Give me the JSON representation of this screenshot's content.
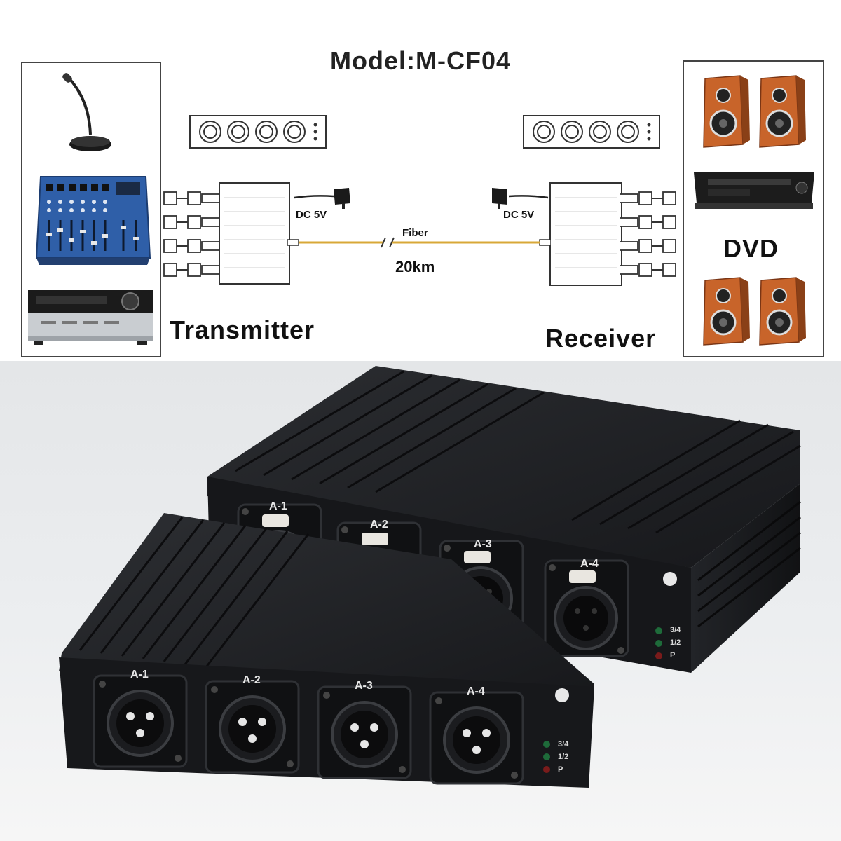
{
  "diagram": {
    "model_title": "Model:M-CF04",
    "transmitter_label": "Transmitter",
    "receiver_label": "Receiver",
    "dvd_label": "DVD",
    "power_tx": "DC 5V",
    "power_rx": "DC 5V",
    "fiber_label": "Fiber",
    "distance_label": "20km"
  },
  "product": {
    "receiver_jacks": [
      "A-1",
      "A-2",
      "A-3",
      "A-4"
    ],
    "transmitter_jacks": [
      "A-1",
      "A-2",
      "A-3",
      "A-4"
    ],
    "receiver_leds": [
      "3/4",
      "1/2",
      "P"
    ],
    "transmitter_leds": [
      "3/4",
      "1/2",
      "P"
    ]
  },
  "colors": {
    "fiber": "#d8a838",
    "speaker_wood": "#c8642a",
    "mixer_blue": "#2f5fa8",
    "chassis": "#1d1f22",
    "led_green": "#1e6b3a",
    "led_red": "#7a1b1b"
  }
}
